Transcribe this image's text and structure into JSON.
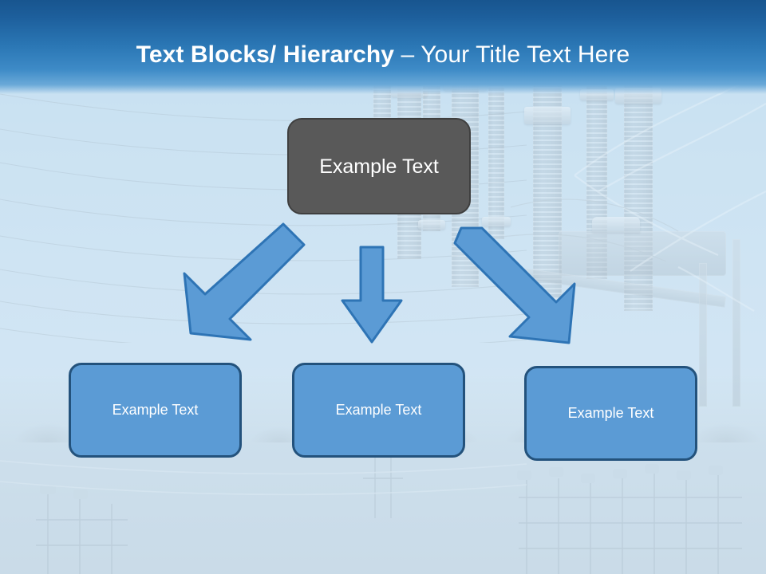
{
  "slide": {
    "title_bold": "Text Blocks/ Hierarchy ",
    "title_separator": "– ",
    "title_normal": "Your Title Text Here",
    "title_full": "Text Blocks/ Hierarchy – Your Title Text Here",
    "background_subject": "electrical-substation-photo"
  },
  "colors": {
    "header_top": "#18558f",
    "header_bottom": "#6aa9d8",
    "root_fill": "#595959",
    "root_border": "#3f3f3f",
    "leaf_fill": "#5b9bd5",
    "leaf_border": "#23527c",
    "arrow_fill": "#5b9bd5",
    "arrow_border": "#2e74b5",
    "text": "#ffffff",
    "canvas": "#d6e6f5"
  },
  "diagram": {
    "root": {
      "label": "Example  Text"
    },
    "leaves": [
      {
        "label": "Example Text"
      },
      {
        "label": "Example Text"
      },
      {
        "label": "Example Text"
      }
    ],
    "connectors": [
      {
        "name": "arrow-left",
        "direction": "down-left"
      },
      {
        "name": "arrow-middle",
        "direction": "down"
      },
      {
        "name": "arrow-right",
        "direction": "down-right"
      }
    ]
  }
}
